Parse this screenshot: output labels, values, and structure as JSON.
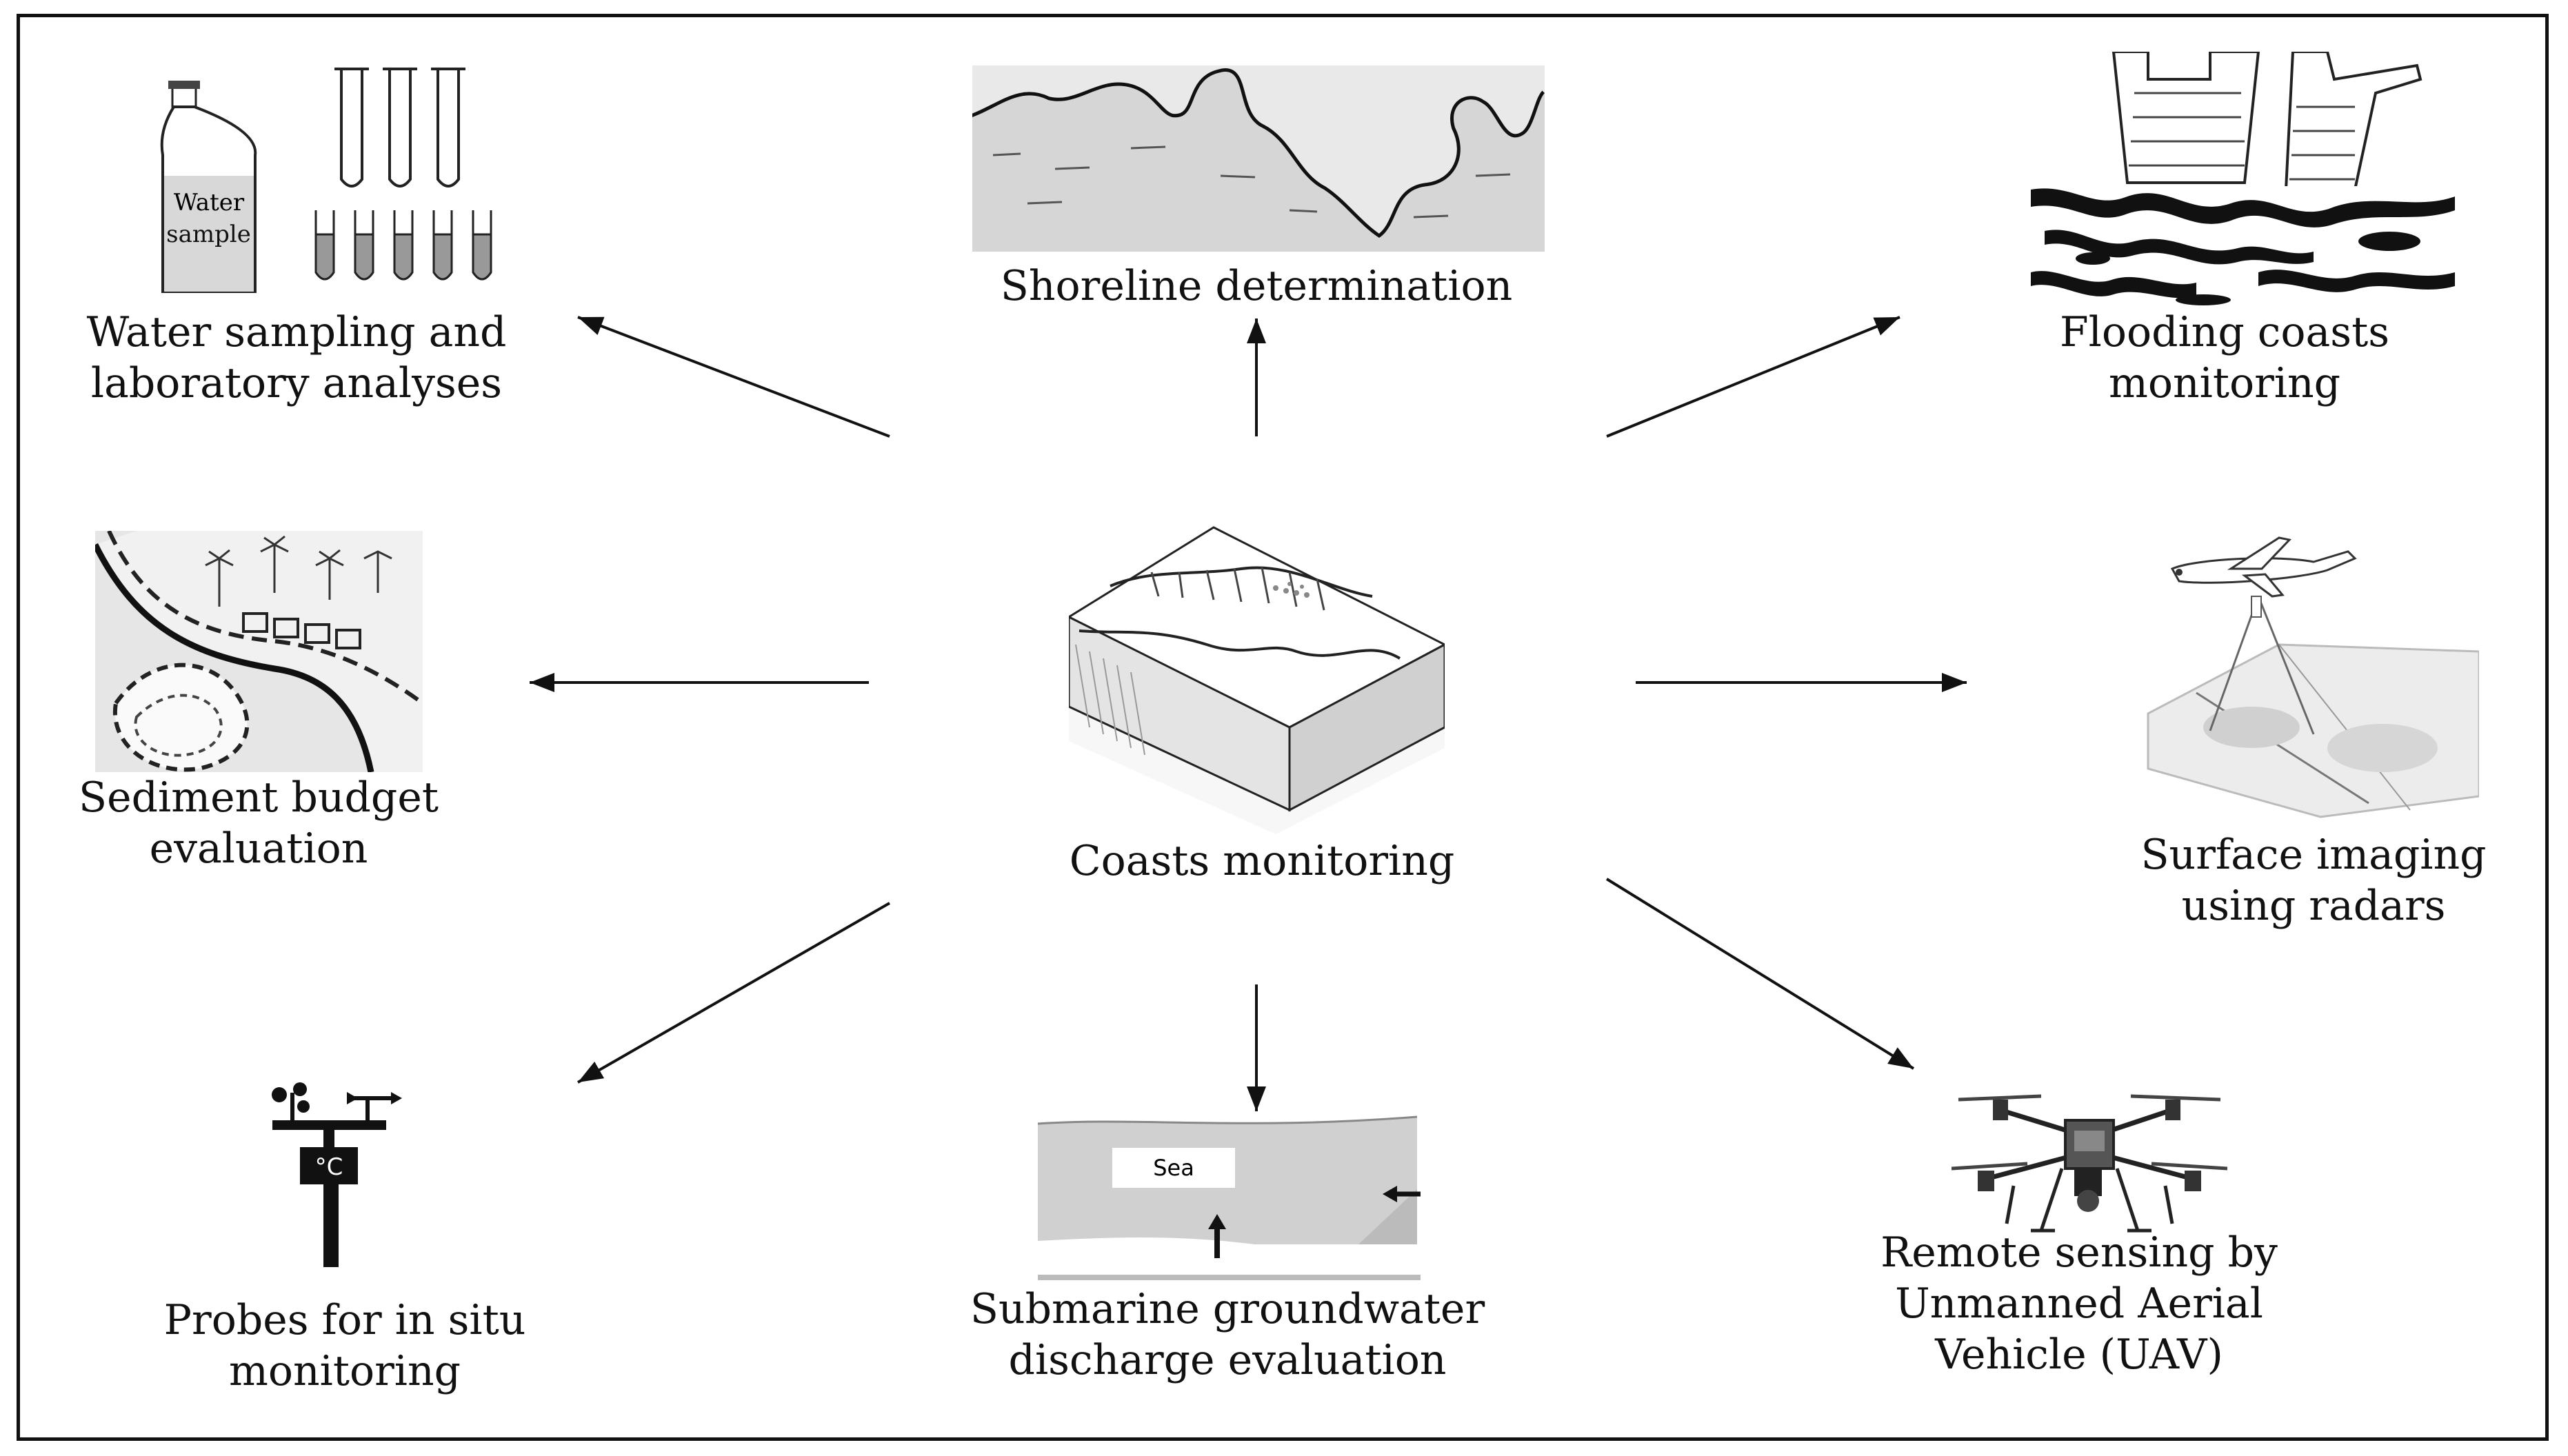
{
  "center": {
    "label": "Coasts monitoring",
    "icon": "coastal-block-diagram-icon"
  },
  "nodes": {
    "water_sampling": {
      "lines": [
        "Water sampling and",
        "laboratory analyses"
      ],
      "bottle_label_1": "Water",
      "bottle_label_2": "sample",
      "icon": "water-bottle-and-test-tubes-icon"
    },
    "shoreline": {
      "lines": [
        "Shoreline determination"
      ],
      "icon": "shoreline-map-icon"
    },
    "flooding": {
      "lines": [
        "Flooding coasts",
        "monitoring"
      ],
      "icon": "flooded-coast-icon"
    },
    "sediment": {
      "lines": [
        "Sediment budget",
        "evaluation"
      ],
      "icon": "sediment-map-icon"
    },
    "radar": {
      "lines": [
        "Surface imaging",
        "using radars"
      ],
      "icon": "radar-airplane-icon"
    },
    "probes": {
      "lines": [
        "Probes for in situ",
        "monitoring"
      ],
      "display_text": "°C",
      "icon": "weather-station-icon"
    },
    "groundwater": {
      "lines": [
        "Submarine groundwater",
        "discharge evaluation"
      ],
      "sea_label": "Sea",
      "icon": "groundwater-cross-section-icon"
    },
    "uav": {
      "lines": [
        "Remote sensing by",
        "Unmanned Aerial",
        "Vehicle (UAV)"
      ],
      "icon": "drone-icon"
    }
  }
}
